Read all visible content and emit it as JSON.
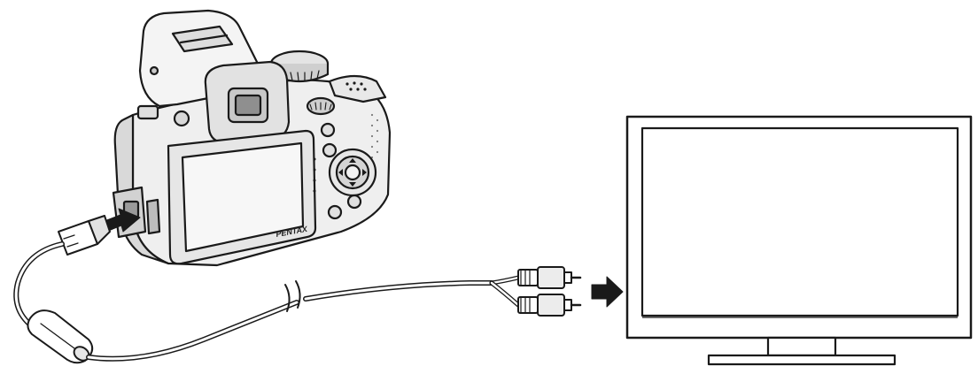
{
  "diagram": {
    "camera": {
      "brand_text": "PENTAX"
    },
    "connection": {
      "from": "camera-av-terminal",
      "to": "tv-av-input",
      "plug_colors": [
        "#ffffff",
        "#ffffff"
      ]
    },
    "icons": [
      "camera-icon",
      "tv-icon",
      "av-cable-icon",
      "arrow-right-icon",
      "cable-break-icon"
    ],
    "colors": {
      "line": "#1a1a1a",
      "fill": "#ffffff",
      "body_shade": "#e9e9e9",
      "screen": "#f4f4f4"
    }
  }
}
